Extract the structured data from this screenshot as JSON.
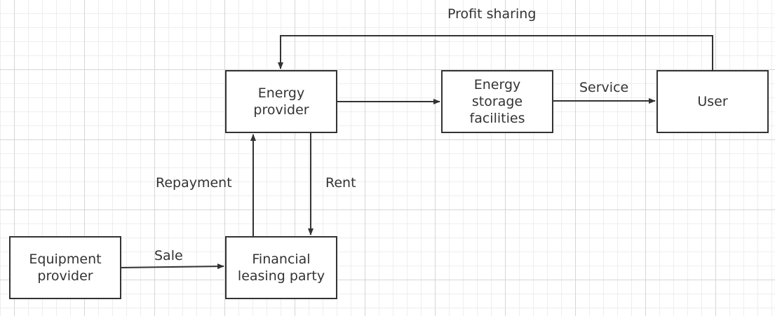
{
  "diagram": {
    "nodes": {
      "energy_provider": "Energy\nprovider",
      "energy_storage": "Energy\nstorage\nfacilities",
      "user": "User",
      "equipment_provider": "Equipment\nprovider",
      "financial_leasing": "Financial\nleasing party"
    },
    "edges": {
      "profit_sharing": "Profit sharing",
      "service": "Service",
      "repayment": "Repayment",
      "rent": "Rent",
      "sale": "Sale"
    },
    "colors": {
      "stroke": "#333333",
      "box_fill": "#ffffff",
      "grid_major": "#d6d6d6",
      "grid_minor": "#eeeeee"
    }
  }
}
